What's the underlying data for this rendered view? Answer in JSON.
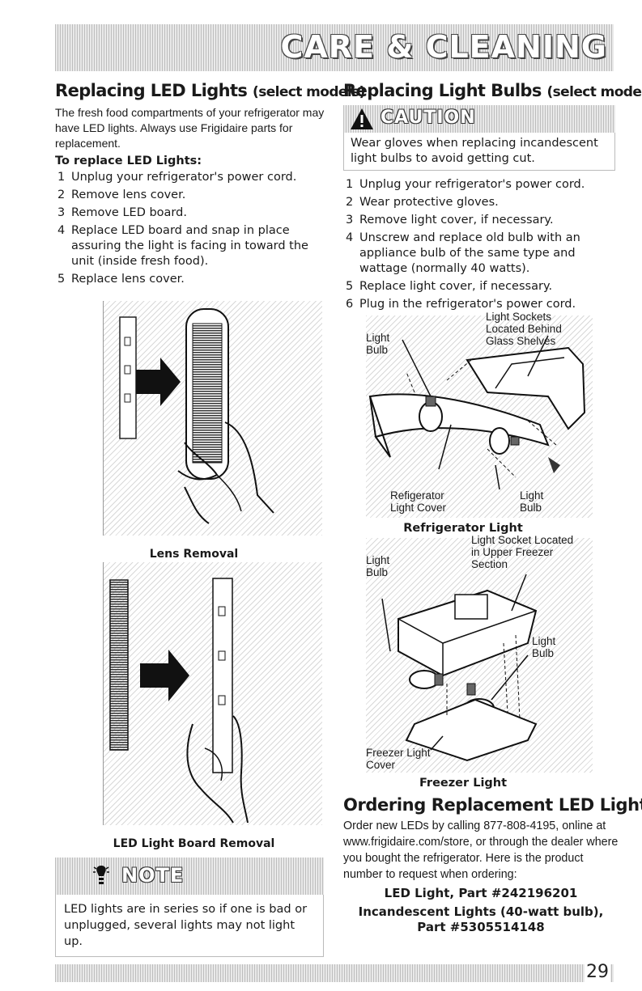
{
  "header": {
    "title": "CARE & CLEANING"
  },
  "led": {
    "title": "Replacing LED Lights",
    "title_suffix": "(select models)",
    "intro": "The fresh food compartments of your refrigerator may have LED lights. Always use Frigidaire parts for replacement.",
    "sub_heading": "To replace LED Lights:",
    "steps": [
      {
        "n": "1",
        "text": "Unplug your refrigerator's power cord."
      },
      {
        "n": "2",
        "text": "Remove lens cover."
      },
      {
        "n": "3",
        "text": "Remove LED board."
      },
      {
        "n": "4",
        "text": "Replace LED board and snap in place assuring the light is facing in toward the unit (inside fresh food)."
      },
      {
        "n": "5",
        "text": "Replace lens cover."
      }
    ],
    "fig1_caption": "Lens Removal",
    "fig2_caption": "LED Light Board Removal"
  },
  "note": {
    "label": "NOTE",
    "text": "LED lights are in series so if one is bad or unplugged, several lights may not light up."
  },
  "bulbs": {
    "title": "Replacing Light Bulbs",
    "title_suffix": "(select models)",
    "caution_label": "CAUTION",
    "caution_text": "Wear gloves when replacing incandescent light bulbs to avoid getting cut.",
    "steps": [
      {
        "n": "1",
        "text": "Unplug your refrigerator's power cord."
      },
      {
        "n": "2",
        "text": "Wear protective gloves."
      },
      {
        "n": "3",
        "text": "Remove light cover, if necessary."
      },
      {
        "n": "4",
        "text": "Unscrew and replace old bulb with an appliance bulb of the same type and wattage (normally 40 watts)."
      },
      {
        "n": "5",
        "text": "Replace light cover, if necessary."
      },
      {
        "n": "6",
        "text": "Plug in the refrigerator's power cord."
      }
    ],
    "fig1": {
      "caption": "Refrigerator Light",
      "light_bulb_top": "Light Bulb",
      "sockets": "Light Sockets Located Behind Glass Shelves",
      "cover": "Refigerator Light Cover",
      "light_bulb_bottom": "Light Bulb"
    },
    "fig2": {
      "caption": "Freezer Light",
      "socket": "Light Socket Located in Upper Freezer Section",
      "light_bulb_left": "Light Bulb",
      "light_bulb_right": "Light Bulb",
      "cover": "Freezer Light Cover"
    }
  },
  "ordering": {
    "title": "Ordering Replacement LED Lights",
    "text": "Order new LEDs by calling 877-808-4195, online at www.frigidaire.com/store, or through the dealer where you bought the refrigerator. Here is the product number to request when ordering:",
    "part1": "LED Light, Part #242196201",
    "part2": "Incandescent Lights (40-watt bulb), Part #5305514148"
  },
  "footer": {
    "page_number": "29"
  }
}
